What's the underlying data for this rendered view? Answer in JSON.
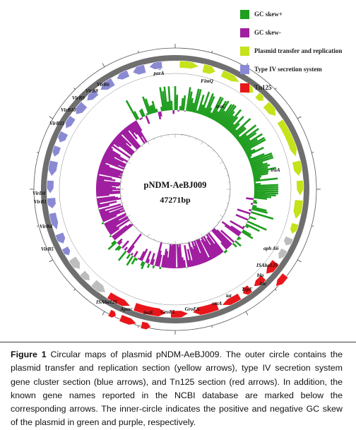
{
  "figure": {
    "plasmid_name": "pNDM-AeBJ009",
    "plasmid_size": "47271bp",
    "legend": [
      {
        "label": "GC skew+",
        "color": "#1f9e1f"
      },
      {
        "label": "GC skew-",
        "color": "#a01ea0"
      },
      {
        "label": "Plasmid transfer and replication",
        "color": "#c5e21a"
      },
      {
        "label": "Type IV secretion system",
        "color": "#8a8ad4"
      },
      {
        "label": "Tn125",
        "color": "#e8161a"
      }
    ],
    "outer_ring_color": "#6f6f6f",
    "other_arrow_color": "#bdbdbd",
    "genes": [
      {
        "name": "parA",
        "italic": true
      },
      {
        "name": "FimQ",
        "italic": true
      },
      {
        "name": "traC",
        "italic": true
      },
      {
        "name": "traA",
        "italic": true
      },
      {
        "name": "aph A6",
        "italic": true
      },
      {
        "name": "ISAba125",
        "italic": true
      },
      {
        "name": "bla",
        "italic": true
      },
      {
        "name": "ble",
        "italic": true
      },
      {
        "name": "TrpF",
        "italic": true
      },
      {
        "name": "tat",
        "italic": true
      },
      {
        "name": "cutA",
        "italic": true
      },
      {
        "name": "GroES",
        "italic": true
      },
      {
        "name": "GroEL",
        "italic": true
      },
      {
        "name": "insE",
        "italic": true
      },
      {
        "name": "Apmc",
        "italic": true
      },
      {
        "name": "ISAba125",
        "italic": true
      },
      {
        "name": "VirB5",
        "italic": false
      },
      {
        "name": "VirB4",
        "italic": false
      },
      {
        "name": "VirB1",
        "italic": false
      },
      {
        "name": "VirD4",
        "italic": false
      },
      {
        "name": "VirB11",
        "italic": false
      },
      {
        "name": "VirB10",
        "italic": false
      },
      {
        "name": "VirB9",
        "italic": false
      },
      {
        "name": "VirB8",
        "italic": false
      },
      {
        "name": "VirB6",
        "italic": false
      }
    ]
  },
  "caption": {
    "label": "Figure 1",
    "text": "Circular maps of plasmid pNDM-AeBJ009. The outer circle contains the plasmid transfer and replication section (yellow arrows), type IV secretion system gene cluster section (blue arrows), and Tn125 section (red arrows). In addition, the known gene names reported in the NCBI database are marked below the corresponding arrows. The inner-circle indicates the positive and negative GC skew of the plasmid in green and purple, respectively."
  }
}
